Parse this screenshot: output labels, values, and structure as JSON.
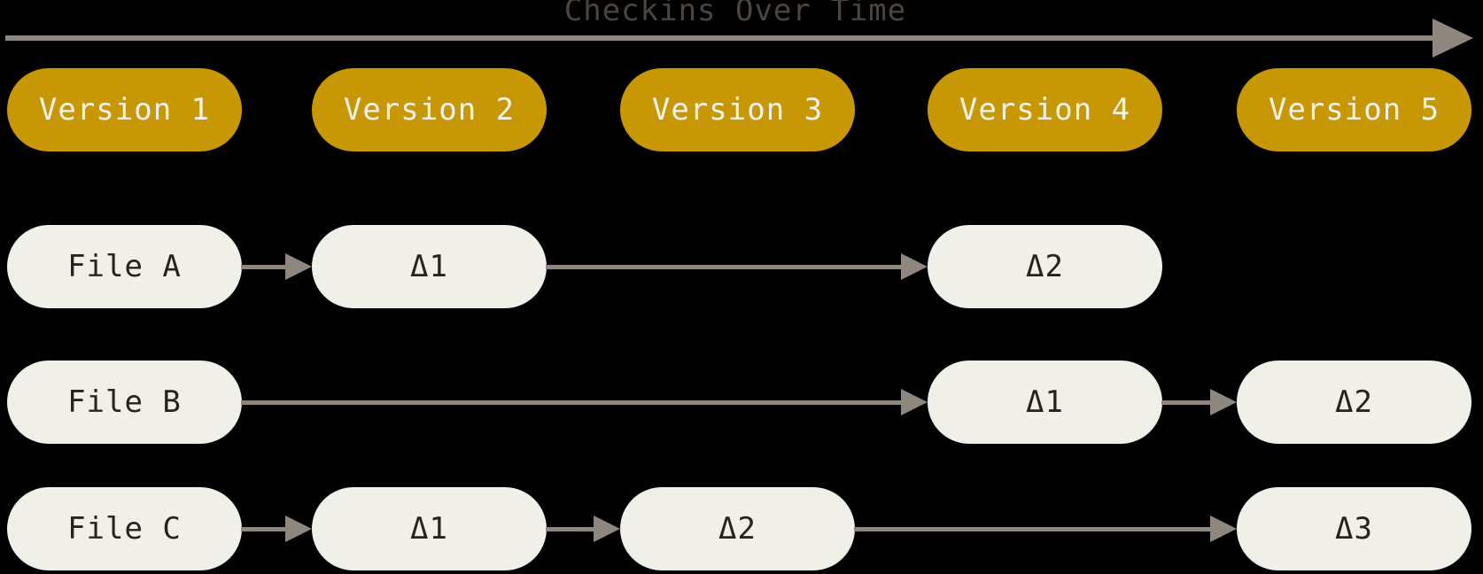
{
  "header": {
    "title": "Checkins Over Time",
    "arrow_icon": "right-arrow"
  },
  "versions": [
    {
      "label": "Version 1",
      "column": 1
    },
    {
      "label": "Version 2",
      "column": 2
    },
    {
      "label": "Version 3",
      "column": 3
    },
    {
      "label": "Version 4",
      "column": 4
    },
    {
      "label": "Version 5",
      "column": 5
    }
  ],
  "rows": [
    {
      "file": "File A",
      "nodes": [
        {
          "label": "File A",
          "column": 1
        },
        {
          "label": "Δ1",
          "column": 2
        },
        {
          "label": "Δ2",
          "column": 4
        }
      ],
      "arrows": [
        {
          "from": 1,
          "to": 2
        },
        {
          "from": 2,
          "to": 4
        }
      ]
    },
    {
      "file": "File B",
      "nodes": [
        {
          "label": "File B",
          "column": 1
        },
        {
          "label": "Δ1",
          "column": 4
        },
        {
          "label": "Δ2",
          "column": 5
        }
      ],
      "arrows": [
        {
          "from": 1,
          "to": 4
        },
        {
          "from": 4,
          "to": 5
        }
      ]
    },
    {
      "file": "File C",
      "nodes": [
        {
          "label": "File C",
          "column": 1
        },
        {
          "label": "Δ1",
          "column": 2
        },
        {
          "label": "Δ2",
          "column": 3
        },
        {
          "label": "Δ3",
          "column": 5
        }
      ],
      "arrows": [
        {
          "from": 1,
          "to": 2
        },
        {
          "from": 2,
          "to": 3
        },
        {
          "from": 3,
          "to": 5
        }
      ]
    }
  ],
  "colors": {
    "background": "#000000",
    "version_pill": "#C89704",
    "file_pill": "#F0EFE8",
    "arrow": "#8E877E",
    "title_text": "#4C443E",
    "version_text": "#F3F1E9",
    "file_text": "#262420"
  }
}
